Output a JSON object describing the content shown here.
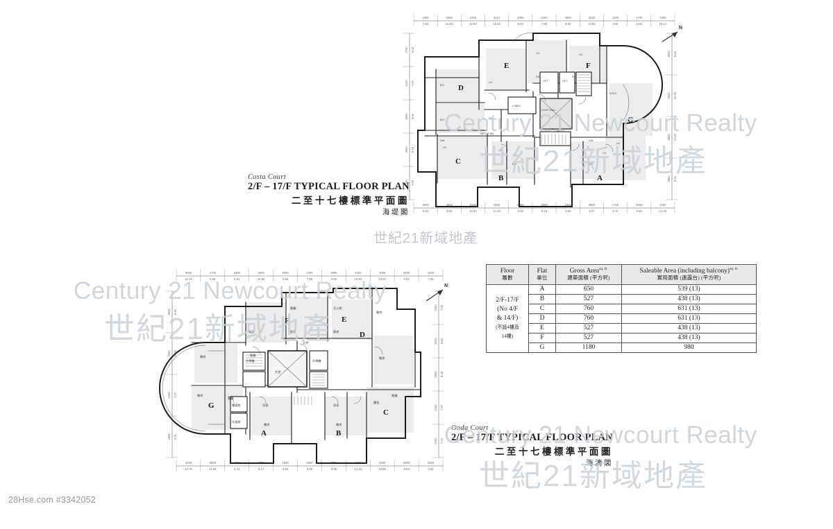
{
  "footer": {
    "text": "28Hse.com #3342052"
  },
  "watermarks": {
    "brand_en": "Century 21 Newcourt Realty",
    "brand_cn": "世紀21新域地產",
    "middle_cn": "世紀21新域地產"
  },
  "plans": [
    {
      "id": "top-plan",
      "court_name": "Costa Court",
      "title_en": "2/F – 17/F TYPICAL FLOOR PLAN",
      "title_cn": "二至十七樓標準平面圖",
      "title_cn_sub": "海堤閣",
      "north_label": "N",
      "units": [
        "A",
        "B",
        "C",
        "D",
        "E",
        "F",
        "G"
      ],
      "room_labels": [
        "B.R.",
        "M.B.R.",
        "LIV",
        "DIN",
        "KIT",
        "BAL",
        "LIFT",
        "LIFT",
        "LOBBY",
        "METER RM.",
        "HOPPER RM.",
        "LIGHT WELL",
        "A.D.",
        "P.D.",
        "S.D."
      ],
      "dims_top": [
        {
          "mm": "2300",
          "ft": "7.55"
        },
        {
          "mm": "3360",
          "ft": "10.83"
        },
        {
          "mm": "3300",
          "ft": "10.83"
        },
        {
          "mm": "3210",
          "ft": "10.53"
        },
        {
          "mm": "2900",
          "ft": "9.84"
        },
        {
          "mm": "2300",
          "ft": "7.55"
        },
        {
          "mm": "3000",
          "ft": "9.84"
        },
        {
          "mm": "3330",
          "ft": "10.93"
        },
        {
          "mm": "1800",
          "ft": "5.91"
        },
        {
          "mm": "1700",
          "ft": "5.58"
        },
        {
          "mm": "3400",
          "ft": "19.13"
        }
      ],
      "dims_bottom": [
        {
          "mm": "3000",
          "ft": "9.84"
        },
        {
          "mm": "2600",
          "ft": "8.53"
        },
        {
          "mm": "3280",
          "ft": "10.83"
        },
        {
          "mm": "4400",
          "ft": "14.44"
        },
        {
          "mm": "2950",
          "ft": "9.68"
        },
        {
          "mm": "2800",
          "ft": "9.18"
        },
        {
          "mm": "1500",
          "ft": "4.92"
        },
        {
          "mm": "2860",
          "ft": "9.37"
        },
        {
          "mm": "1750",
          "ft": "5.74"
        },
        {
          "mm": "2000",
          "ft": "6.56"
        },
        {
          "mm": "4150",
          "ft": "13.29"
        }
      ],
      "dims_left": [
        {
          "mm": "2750",
          "ft": "9.02"
        },
        {
          "mm": "2400",
          "ft": "7.87"
        },
        {
          "mm": "3000",
          "ft": "9.84"
        },
        {
          "mm": "2800",
          "ft": "9.18"
        },
        {
          "mm": "2300",
          "ft": "7.55"
        }
      ],
      "dims_right": [
        {
          "mm": "3000",
          "ft": "9.84"
        },
        {
          "mm": "3060",
          "ft": "10.04"
        },
        {
          "mm": "3800",
          "ft": "12.47"
        },
        {
          "mm": "2900",
          "ft": "9.51"
        }
      ]
    },
    {
      "id": "bottom-plan",
      "court_name": "Onda Court",
      "title_en": "2/F – 17/F TYPICAL FLOOR PLAN",
      "title_cn": "二至十七樓標準平面圖",
      "title_cn_sub": "海濤閣",
      "north_label": "N",
      "units": [
        "A",
        "B",
        "C",
        "D",
        "E",
        "F",
        "G"
      ],
      "room_labels": [
        "睡房",
        "主人房",
        "客廳",
        "飯廳",
        "廚房",
        "浴室",
        "露台",
        "大堂",
        "升降機",
        "電錶房",
        "垃圾房",
        "天井",
        "水喉房"
      ],
      "dims_top": [
        {
          "mm": "5850",
          "ft": "19.19"
        },
        {
          "mm": "1700",
          "ft": "5.58"
        },
        {
          "mm": "1800",
          "ft": "5.91"
        },
        {
          "mm": "3200",
          "ft": "10.50"
        },
        {
          "mm": "3000",
          "ft": "9.84"
        },
        {
          "mm": "2300",
          "ft": "7.55"
        },
        {
          "mm": "3000",
          "ft": "9.84"
        },
        {
          "mm": "3300",
          "ft": "10.83"
        },
        {
          "mm": "3360",
          "ft": "10.83"
        },
        {
          "mm": "3000",
          "ft": "9.84"
        },
        {
          "mm": "2300",
          "ft": "7.55"
        }
      ],
      "dims_bottom": [
        {
          "mm": "4200",
          "ft": "13.78"
        },
        {
          "mm": "3500",
          "ft": "11.55"
        },
        {
          "mm": "1750",
          "ft": "5.74"
        },
        {
          "mm": "2300",
          "ft": "9.17"
        },
        {
          "mm": "1500",
          "ft": "4.92"
        },
        {
          "mm": "2950",
          "ft": "9.68"
        },
        {
          "mm": "2850",
          "ft": "9.68"
        },
        {
          "mm": "4400",
          "ft": "14.44"
        },
        {
          "mm": "3300",
          "ft": "10.83"
        },
        {
          "mm": "2600",
          "ft": "8.53"
        },
        {
          "mm": "3000",
          "ft": "9.84"
        }
      ],
      "dims_left": [
        {
          "mm": "3000",
          "ft": "9.84"
        },
        {
          "mm": "3200",
          "ft": "10.50"
        },
        {
          "mm": "2400",
          "ft": "7.87"
        },
        {
          "mm": "1800",
          "ft": "5.91"
        }
      ],
      "dims_right": [
        {
          "mm": "2300",
          "ft": "7.55"
        },
        {
          "mm": "3000",
          "ft": "9.84"
        },
        {
          "mm": "2800",
          "ft": "9.18"
        },
        {
          "mm": "2400",
          "ft": "7.87"
        },
        {
          "mm": "2200",
          "ft": "7.22"
        }
      ]
    }
  ],
  "area_table": {
    "headers": [
      {
        "en": "Floor",
        "cn": "層數",
        "sup": ""
      },
      {
        "en": "Flat",
        "cn": "單位",
        "sup": ""
      },
      {
        "en": "Gross Area",
        "cn": "建築面積 (平方呎)",
        "sup": "sq. ft."
      },
      {
        "en": "Saleable Area (including balcony)",
        "cn": "實用面積 (連露台) (平方呎)",
        "sup": "sq. ft."
      }
    ],
    "floor_label": {
      "line1": "2/F-17/F",
      "line2": "(No 4/F",
      "line3": "& 14/F)",
      "line4": "(不設4樓及",
      "line5": "14樓)"
    },
    "rows": [
      {
        "flat": "A",
        "gross": "650",
        "saleable": "539 (13)"
      },
      {
        "flat": "B",
        "gross": "527",
        "saleable": "438 (13)"
      },
      {
        "flat": "C",
        "gross": "760",
        "saleable": "631 (13)"
      },
      {
        "flat": "D",
        "gross": "760",
        "saleable": "631 (13)"
      },
      {
        "flat": "E",
        "gross": "527",
        "saleable": "438 (13)"
      },
      {
        "flat": "F",
        "gross": "527",
        "saleable": "438 (13)"
      },
      {
        "flat": "G",
        "gross": "1180",
        "saleable": "980"
      }
    ]
  }
}
